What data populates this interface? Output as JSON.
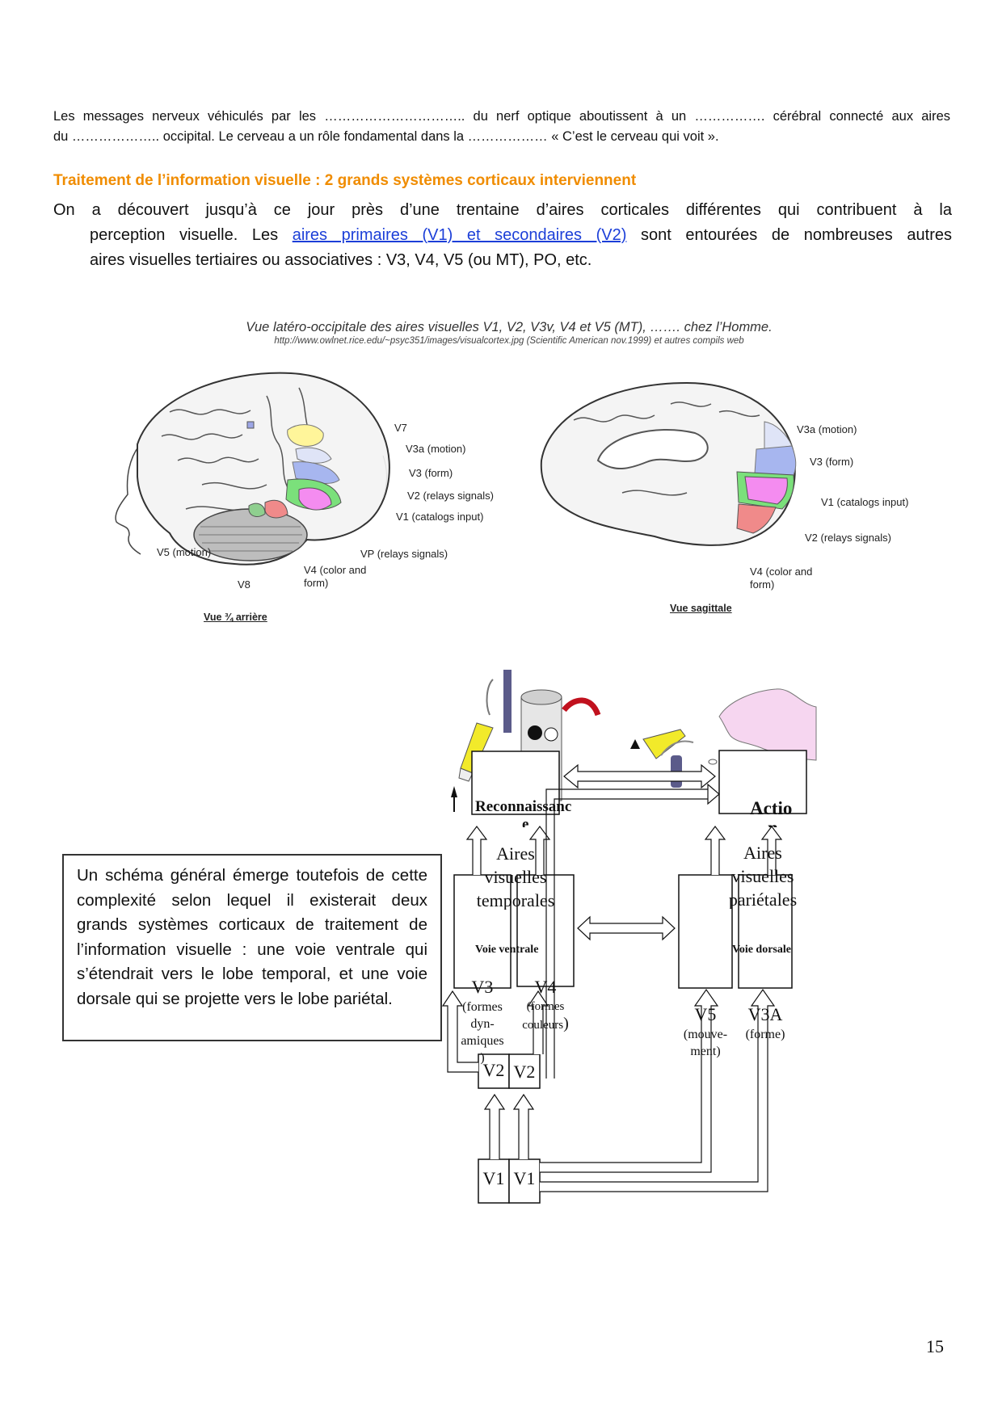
{
  "intro": {
    "line1": "Les messages nerveux véhiculés par les ………………………….. du nerf optique aboutissent à un ……………. cérébral connecté aux aires",
    "line2": "du ……………….. occipital. Le cerveau a un rôle fondamental dans la ……………… « C’est le cerveau qui  voit »."
  },
  "heading": "Traitement de l’information visuelle : 2 grands systèmes corticaux interviennent",
  "paragraph": {
    "line1": "On a découvert jusqu’à ce jour près d’une trentaine d’aires corticales différentes qui contribuent à la",
    "line2_before": "perception visuelle. Les ",
    "line2_link": "aires primaires (V1) et secondaires (V2)",
    "line2_after": " sont entourées de nombreuses autres",
    "line3": "aires visuelles tertiaires ou associatives : V3, V4, V5 (ou MT), PO, etc."
  },
  "figure": {
    "title": "Vue latéro-occipitale des aires visuelles V1, V2, V3v, V4 et V5 (MT), ……. chez l’Homme.",
    "subtitle": "http://www.owlnet.rice.edu/~psyc351/images/visualcortex.jpg (Scientific American nov.1999) et autres compils web",
    "left_labels": {
      "v7": "V7",
      "v3a": "V3a (motion)",
      "v3": "V3 (form)",
      "v2": "V2 (relays signals)",
      "v1": "V1 (catalogs input)",
      "v5": "V5 (motion)",
      "vp": "VP (relays signals)",
      "v4_line1": "V4 (color and",
      "v4_line2": "form)",
      "v8": "V8"
    },
    "right_labels": {
      "v3a": "V3a (motion)",
      "v3": "V3 (form)",
      "v1": "V1 (catalogs input)",
      "v2": "V2 (relays signals)",
      "v4_line1": "V4 (color and",
      "v4_line2": "form)"
    },
    "caption_left": "Vue ¾ arrière",
    "caption_right": "Vue sagittale"
  },
  "textbox": "Un schéma général émerge toutefois de cette complexité selon lequel il existerait deux grands systèmes corticaux de traitement de l’information visuelle : une voie ventrale qui s’étendrait vers le lobe temporal, et une voie dorsale qui se projette vers le lobe pariétal.",
  "diagram": {
    "reconnaissance_line1": "Reconnaissanc",
    "reconnaissance_line2": "e",
    "action_line1": "Actio",
    "action_line2": "n",
    "temporal_line1": "Aires",
    "temporal_line2": "visuelles",
    "temporal_line3": "temporales",
    "parietal_line1": "Aires",
    "parietal_line2": "visuelles",
    "parietal_line3": "pariétales",
    "voie_ventrale": "Voie  ventrale",
    "voie_dorsale": "Voie dorsale",
    "v3_title": "V3",
    "v3_sub1": "(formes",
    "v3_sub2": "dyn-",
    "v3_sub3": "amiques",
    "v3_sub4": ")",
    "v4_title": "V4",
    "v4_sub1": "(formes",
    "v4_sub2": "couleurs",
    "v4_paren": ")",
    "v5_title": "V5",
    "v5_sub1": "(mouve-",
    "v5_sub2": "ment)",
    "v3a_title": "V3A",
    "v3a_sub1": "(forme)",
    "v2a": "V2",
    "v2b": "V2",
    "v1a": "V1",
    "v1b": "V1"
  },
  "page_number": "15"
}
